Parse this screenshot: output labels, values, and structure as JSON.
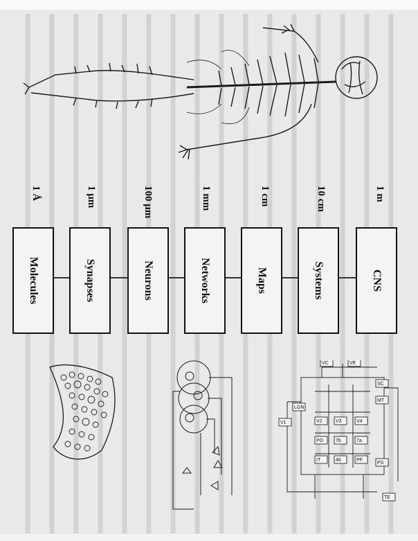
{
  "levels": [
    {
      "label": "CNS",
      "scale": "1 m"
    },
    {
      "label": "Systems",
      "scale": "10 cm"
    },
    {
      "label": "Maps",
      "scale": "1 cm"
    },
    {
      "label": "Networks",
      "scale": "1 mm"
    },
    {
      "label": "Neurons",
      "scale": "100 μm"
    },
    {
      "label": "Synapses",
      "scale": "1 μm"
    },
    {
      "label": "Molecules",
      "scale": "1 Å"
    }
  ],
  "systems_nodes": [
    "VC",
    "VE",
    "SC",
    "LGN",
    "MT",
    "V1",
    "V2",
    "V3",
    "V4",
    "PO",
    "7b",
    "7a",
    "IT",
    "46",
    "PF",
    "PS",
    "TE"
  ],
  "colors": {
    "ink": "#111111",
    "paper": "#e9e9e9",
    "box_fill": "#f4f4f4"
  }
}
